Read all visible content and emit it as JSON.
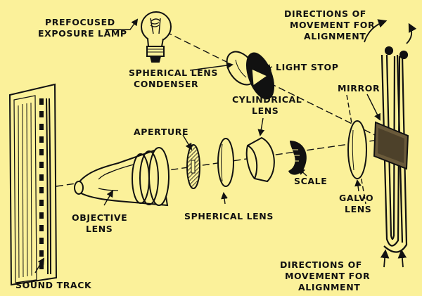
{
  "labels": {
    "lamp": [
      "PREFOCUSED",
      "EXPOSURE LAMP"
    ],
    "condenser": [
      "SPHERICAL LENS",
      "CONDENSER"
    ],
    "light_stop": "LIGHT STOP",
    "directions_top": [
      "DIRECTIONS OF",
      "MOVEMENT FOR",
      "ALIGNMENT"
    ],
    "mirror": "MIRROR",
    "cylindrical": [
      "CYLINDRICAL",
      "LENS"
    ],
    "aperture": "APERTURE",
    "scale": "SCALE",
    "galvo": [
      "GALVO",
      "LENS"
    ],
    "spherical": "SPHERICAL LENS",
    "objective": [
      "OBJECTIVE",
      "LENS"
    ],
    "sound_track": "SOUND TRACK",
    "directions_bottom": [
      "DIRECTIONS OF",
      "MOVEMENT FOR",
      "ALIGNMENT"
    ]
  },
  "colors": {
    "background": "#fbf19a",
    "ink": "#111111"
  }
}
